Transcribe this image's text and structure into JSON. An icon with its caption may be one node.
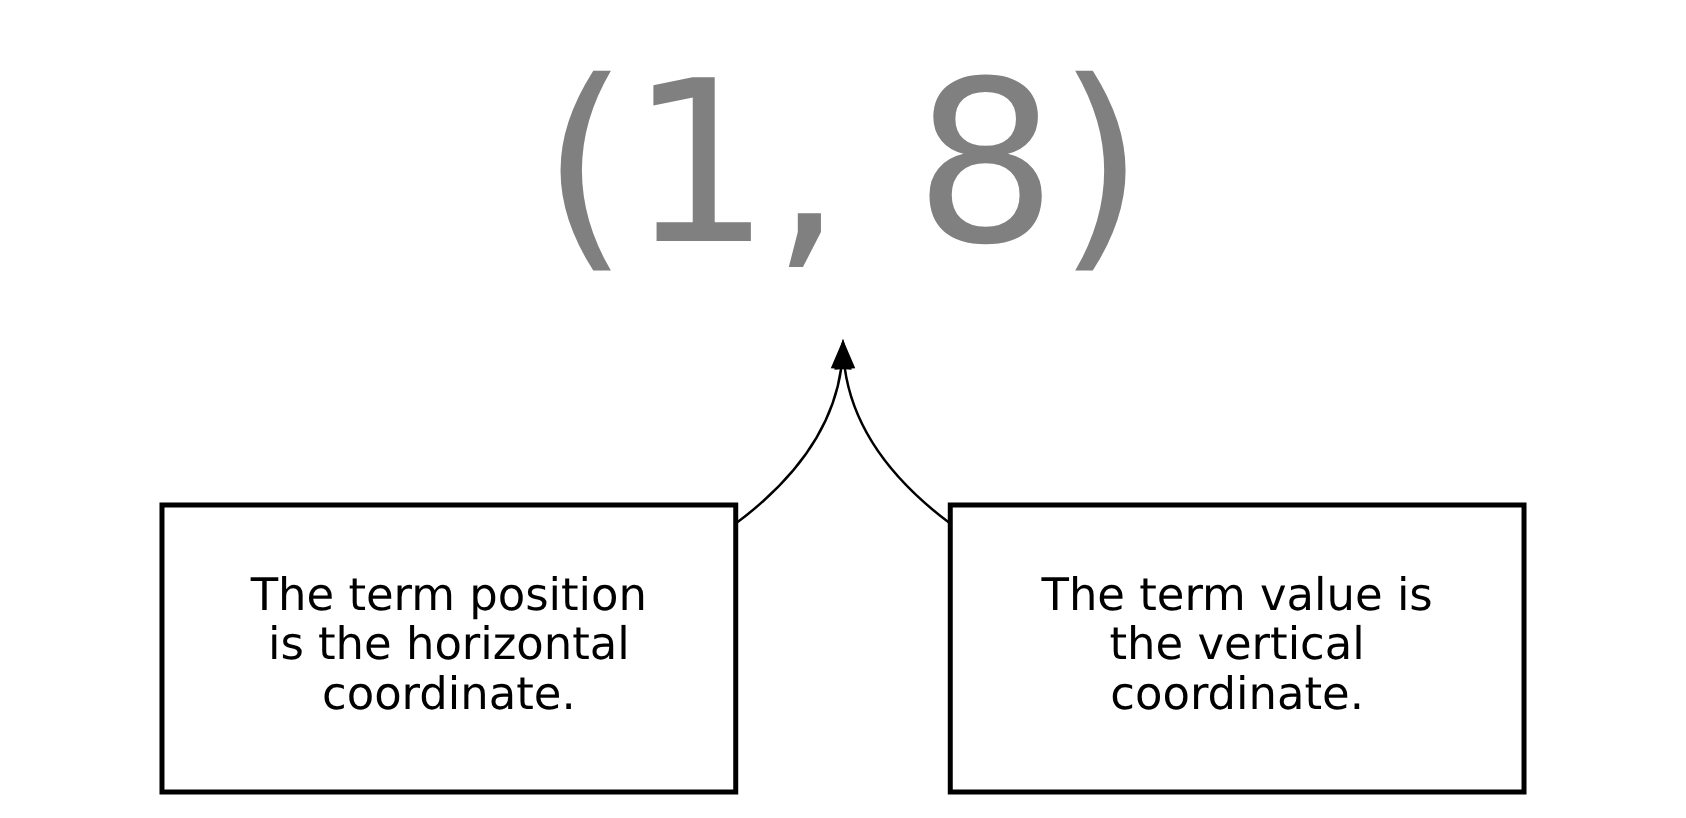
{
  "diagram": {
    "nodes": [
      {
        "text": [
          "(1, 8)"
        ]
      },
      {
        "text": [
          "The term position is the horizontal coordinate."
        ]
      },
      {
        "text": [
          "The term value is the vertical coordinate."
        ]
      }
    ],
    "edges": [
      {
        "from": 1,
        "to": 0,
        "arrow": "to"
      },
      {
        "from": 2,
        "to": 0,
        "arrow": "to"
      }
    ]
  }
}
